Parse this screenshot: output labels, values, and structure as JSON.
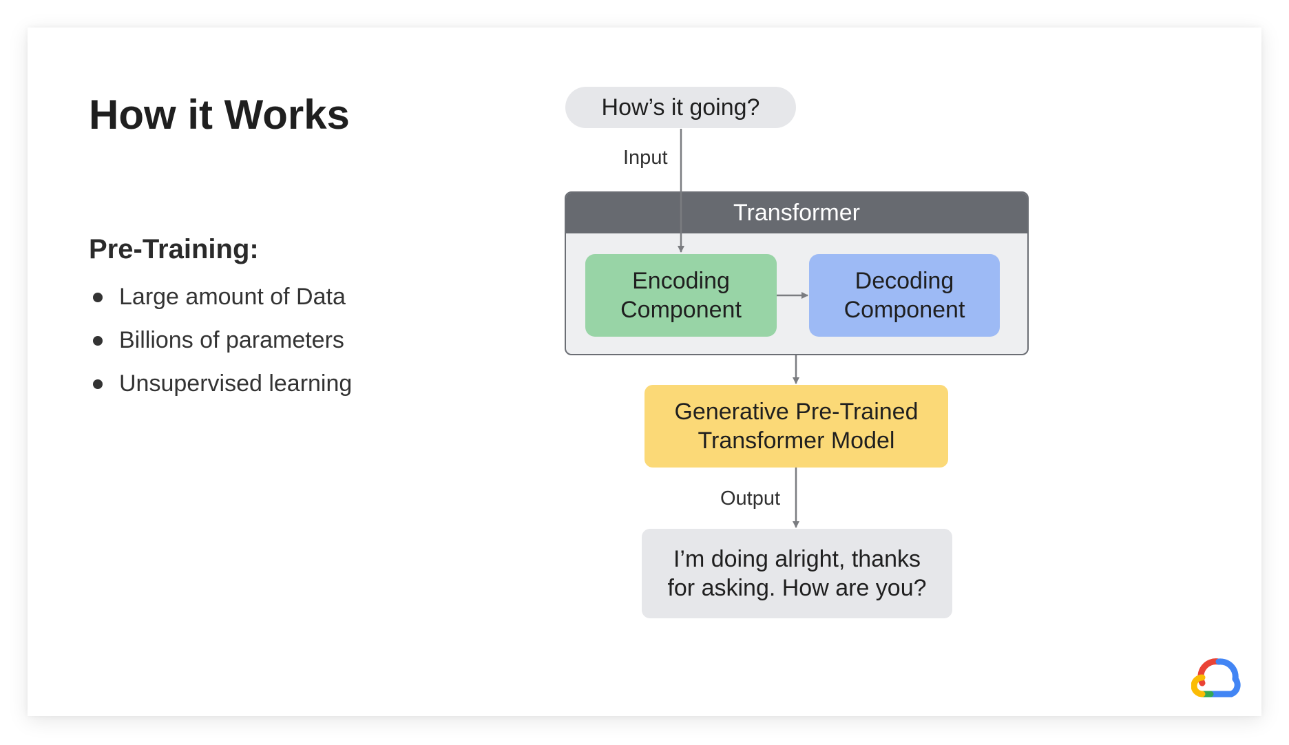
{
  "slide": {
    "title": "How it Works",
    "subtitle": "Pre-Training:",
    "bullets": [
      "Large amount of Data",
      "Billions of parameters",
      "Unsupervised learning"
    ]
  },
  "diagram": {
    "input_text": "How’s it going?",
    "input_label": "Input",
    "transformer_label": "Transformer",
    "encoding_line1": "Encoding",
    "encoding_line2": "Component",
    "decoding_line1": "Decoding",
    "decoding_line2": "Component",
    "model_line1": "Generative Pre-Trained",
    "model_line2": "Transformer Model",
    "output_label": "Output",
    "output_line1": "I’m doing alright, thanks",
    "output_line2": "for asking. How are you?"
  },
  "colors": {
    "encoding": "#98d4a6",
    "decoding": "#9dbaf5",
    "model": "#fbd977",
    "pill": "#e6e7ea",
    "transformer_header": "#676a70"
  },
  "logo": {
    "icon": "google-cloud-logo-icon"
  }
}
